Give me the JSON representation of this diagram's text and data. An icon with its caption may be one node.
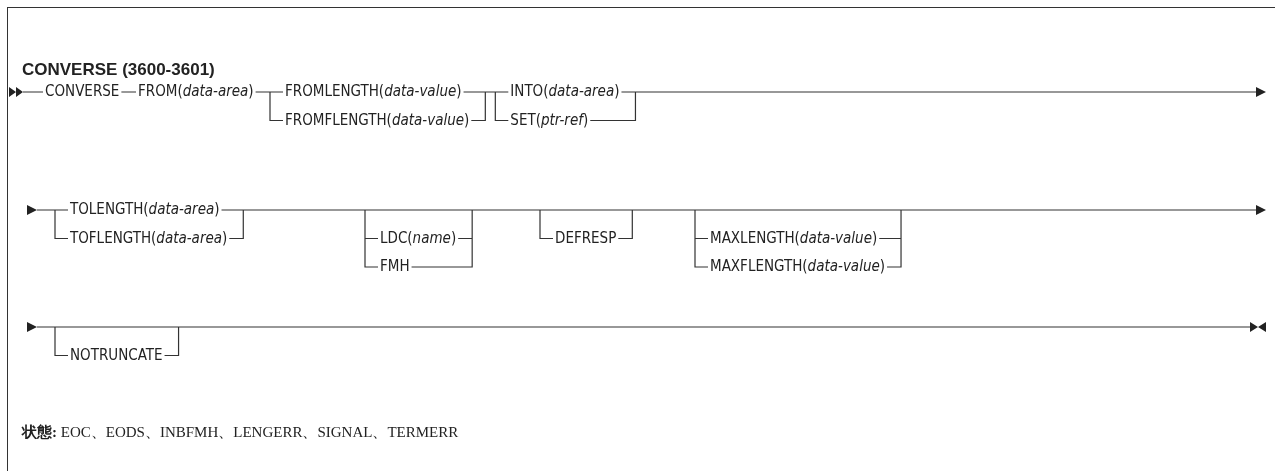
{
  "diagram": {
    "title": "CONVERSE (3600-3601)",
    "labels": [
      "CONVERSE",
      "FROM(*data-area*)",
      "FROMLENGTH(*data-value*)",
      "FROMFLENGTH(*data-value*)",
      "INTO(*data-area*)",
      "SET(*ptr-ref*)",
      "TOLENGTH(*data-area*)",
      "TOFLENGTH(*data-area*)",
      "LDC(*name*)",
      "FMH",
      "DEFRESP",
      "MAXLENGTH(*data-value*)",
      "MAXFLENGTH(*data-value*)",
      "NOTRUNCATE",
      "**状態:** EOC、EODS、INBFMH、LENGERR、SIGNAL、TERMERR"
    ]
  }
}
